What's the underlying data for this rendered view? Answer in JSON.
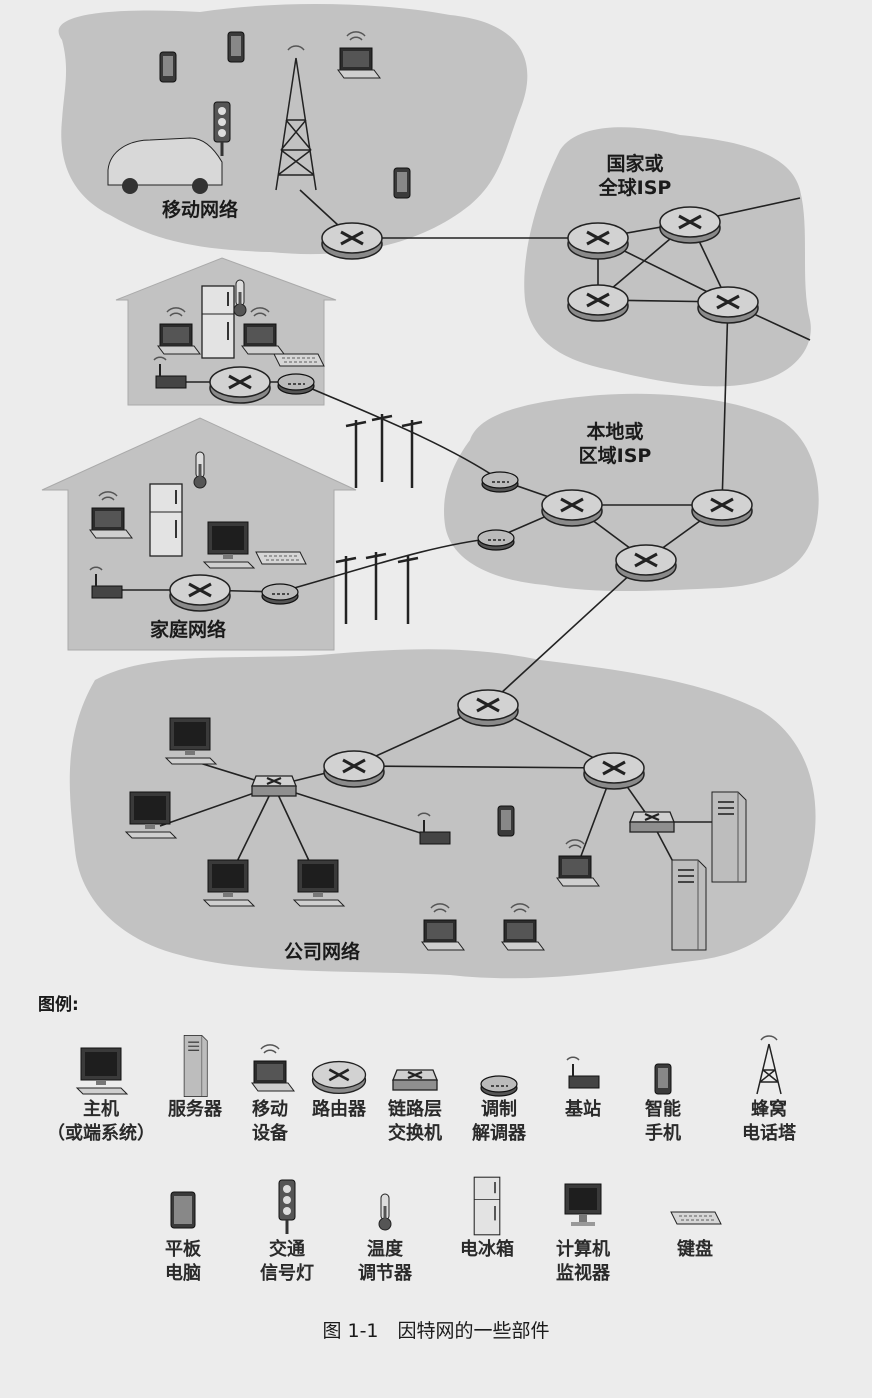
{
  "zones": {
    "mobile": "移动网络",
    "national_isp_line1": "国家或",
    "national_isp_line2": "全球ISP",
    "home": "家庭网络",
    "regional_isp_line1": "本地或",
    "regional_isp_line2": "区域ISP",
    "enterprise": "公司网络"
  },
  "legend": {
    "title": "图例:",
    "row1": [
      {
        "icon": "host-icon",
        "line1": "主机",
        "line2": "（或端系统）"
      },
      {
        "icon": "server-icon",
        "line1": "服务器",
        "line2": ""
      },
      {
        "icon": "laptop-icon",
        "line1": "移动",
        "line2": "设备"
      },
      {
        "icon": "router-icon",
        "line1": "路由器",
        "line2": ""
      },
      {
        "icon": "switch-icon",
        "line1": "链路层",
        "line2": "交换机"
      },
      {
        "icon": "modem-icon",
        "line1": "调制",
        "line2": "解调器"
      },
      {
        "icon": "base-station-icon",
        "line1": "基站",
        "line2": ""
      },
      {
        "icon": "smartphone-icon",
        "line1": "智能",
        "line2": "手机"
      },
      {
        "icon": "cell-tower-icon",
        "line1": "蜂窝",
        "line2": "电话塔"
      }
    ],
    "row2": [
      {
        "icon": "tablet-icon",
        "line1": "平板",
        "line2": "电脑"
      },
      {
        "icon": "traffic-light-icon",
        "line1": "交通",
        "line2": "信号灯"
      },
      {
        "icon": "thermostat-icon",
        "line1": "温度",
        "line2": "调节器"
      },
      {
        "icon": "fridge-icon",
        "line1": "电冰箱",
        "line2": ""
      },
      {
        "icon": "monitor-icon",
        "line1": "计算机",
        "line2": "监视器"
      },
      {
        "icon": "keyboard-icon",
        "line1": "键盘",
        "line2": ""
      }
    ]
  },
  "caption": "图 1-1　因特网的一些部件"
}
